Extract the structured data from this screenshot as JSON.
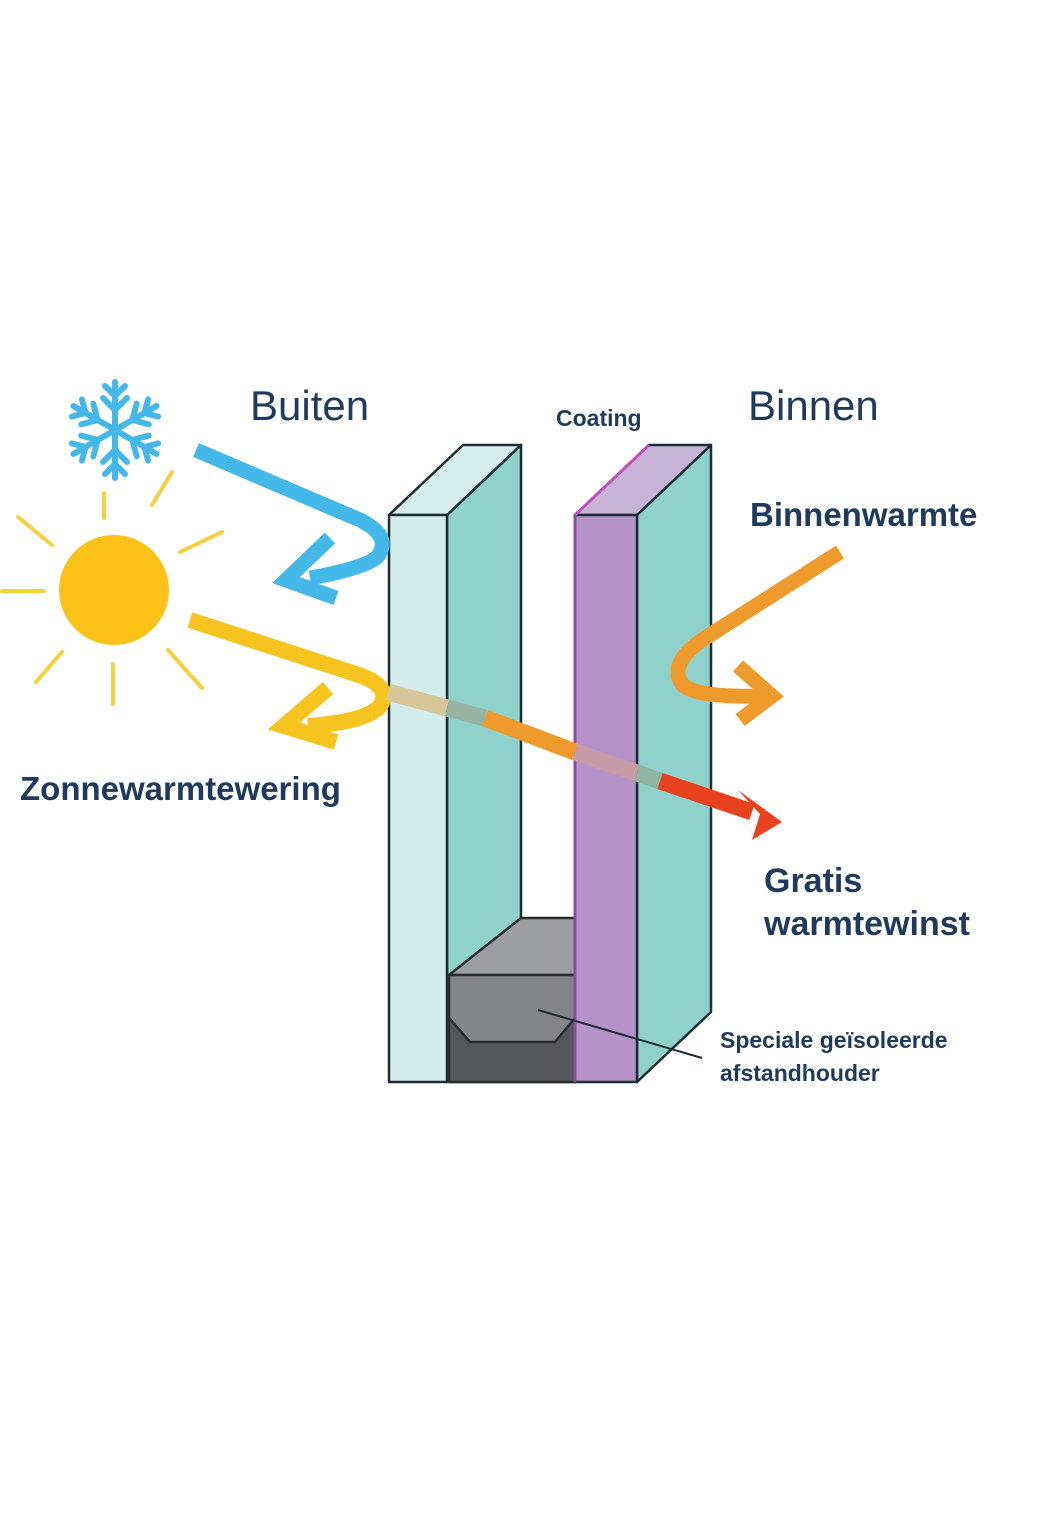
{
  "labels": {
    "outside": "Buiten",
    "inside": "Binnen",
    "coating": "Coating",
    "inside_heat": "Binnenwarmte",
    "solar_rejection": "Zonnewarmtewering",
    "free_gain_line1": "Gratis",
    "free_gain_line2": "warmtewinst",
    "spacer_line1": "Speciale geïsoleerde",
    "spacer_line2": "afstandhouder"
  },
  "icons": {
    "cold": "snowflake-icon",
    "sun": "sun-icon"
  },
  "colors": {
    "text": "#1f3a5c",
    "cold_arrow": "#45b8ea",
    "sun": "#fcc218",
    "sun_ray": "#f8cf3c",
    "solar_arrow": "#f7c31e",
    "inner_heat_arrow": "#ef9a2c",
    "gain_arrow": "#e9421f",
    "glass_clear": "#d3ecec",
    "glass_teal": "#8fd2cb",
    "coating": "#b592c8",
    "spacer_top": "#9c9ea1",
    "spacer_dark": "#55575a"
  }
}
